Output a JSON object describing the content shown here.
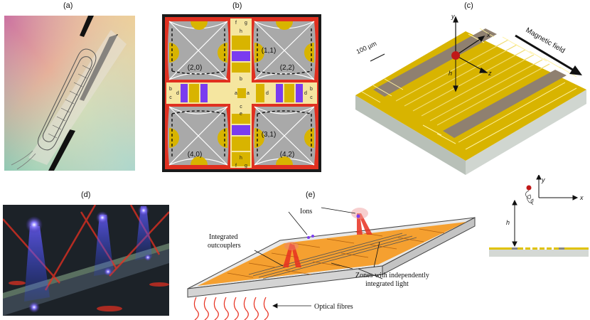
{
  "panels": {
    "a": {
      "label": "(a)"
    },
    "b": {
      "label": "(b)",
      "zone_labels": [
        "(2,0)",
        "(1,1)",
        "(2,2)",
        "(3,1)",
        "(4,0)",
        "(4,2)"
      ],
      "electrode_letters": [
        "f",
        "g",
        "h",
        "b",
        "c",
        "d",
        "a",
        "b",
        "c",
        "d",
        "a",
        "b",
        "c",
        "d",
        "e",
        "f",
        "g",
        "h"
      ]
    },
    "c": {
      "label": "(c)",
      "scale_bar": "100 µm",
      "axis_y": "y",
      "axis_x": "x",
      "axis_z": "z",
      "height_label": "h",
      "field_label": "Magnetic field"
    },
    "c_inset": {
      "axis_y": "y",
      "axis_x": "x",
      "height_label": "h"
    },
    "d": {
      "label": "(d)"
    },
    "e": {
      "label": "(e)",
      "ions": "Ions",
      "outcouplers_line1": "Integrated",
      "outcouplers_line2": "outcouplers",
      "zones_line1": "Zones with independently",
      "zones_line2": "integrated light",
      "fibres": "Optical fibres"
    }
  },
  "colors": {
    "gold": "#d8b400",
    "chip_gray": "#9e8f80",
    "trap_red": "#e03020",
    "trap_purple": "#7a3cf0",
    "orange": "#f5a030",
    "laser_red": "#e83020",
    "ion_blue": "#6a5cff"
  }
}
